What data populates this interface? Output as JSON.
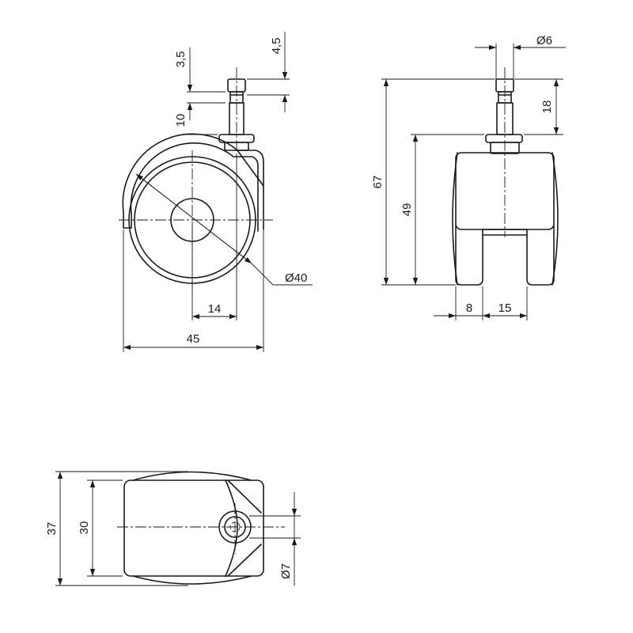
{
  "drawing": {
    "side_view": {
      "stem_tip_height": "3,5",
      "stem_groove_height": "10",
      "flange_offset": "4,5",
      "wheel_diameter": "Ø40",
      "axle_offset": "14",
      "overall_width": "45"
    },
    "front_view": {
      "stem_diameter": "Ø6",
      "stem_height": "18",
      "overall_height": "67",
      "body_height": "49",
      "tire_width": "8",
      "wheel_gap": "15"
    },
    "bottom_view": {
      "overall_depth": "37",
      "body_depth": "30",
      "axle_bore_diameter": "Ø7"
    }
  }
}
